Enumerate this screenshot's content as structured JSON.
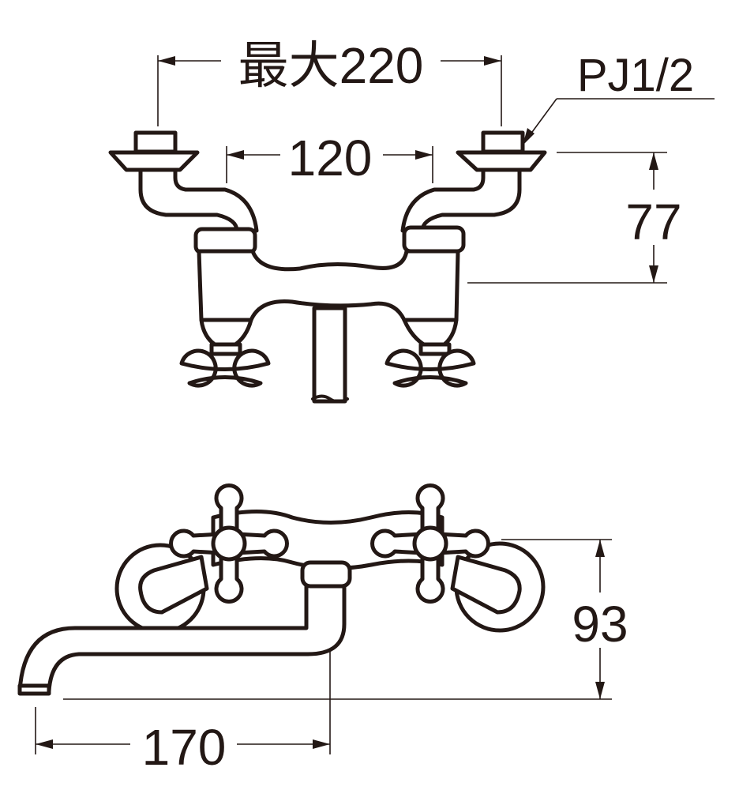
{
  "drawing": {
    "title": "Two-handle wall faucet dimension drawing",
    "top_view": {
      "max_width_label": "最大220",
      "center_distance_label": "120",
      "thread_label": "PJ1/2",
      "height_label": "77"
    },
    "side_view": {
      "height_label": "93",
      "spout_reach_label": "170"
    },
    "line_color": "#231815"
  }
}
